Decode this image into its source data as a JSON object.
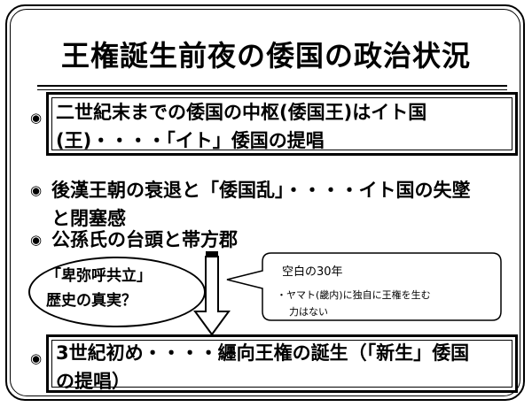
{
  "slide": {
    "title": "王権誕生前夜の倭国の政治状況",
    "bullet_glyph": "◉",
    "box1": {
      "line1": "二世紀末までの倭国の中枢(倭国王)はイト国",
      "line2": "(王)・・・・「イト」倭国の提唱"
    },
    "item2": {
      "line1": "後漢王朝の衰退と「倭国乱」・・・・イト国の失墜",
      "line2": "と閉塞感"
    },
    "item3": {
      "line1": "公孫氏の台頭と帯方郡"
    },
    "ellipse": {
      "line1": "「卑弥呼共立」",
      "line2": "歴史の真実？"
    },
    "callout": {
      "heading": "空白の30年",
      "line1": "・ヤマト(畿内)に独自に王権を生む",
      "line2": "力はない"
    },
    "box2": {
      "line1": "3世紀初め・・・・纒向王権の誕生（「新生」倭国",
      "line2": "の提唱）"
    }
  }
}
